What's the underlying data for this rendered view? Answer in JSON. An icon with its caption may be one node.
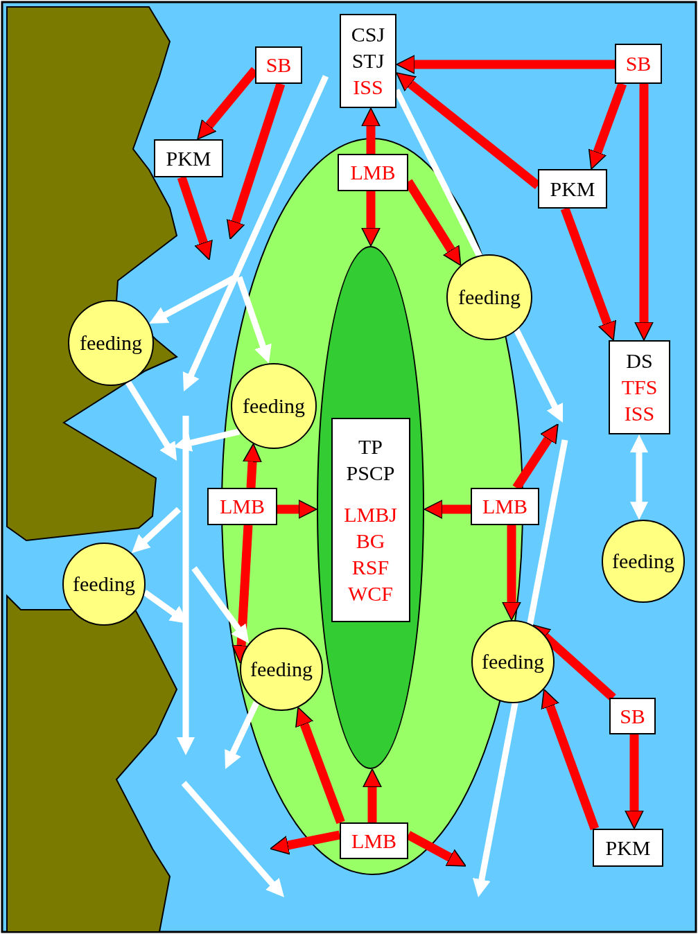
{
  "diagram": {
    "nodes": [
      {
        "text": [],
        "shape": "ellipse"
      },
      {
        "text": [
          "TP PSCP",
          "LMBJ BG RSF WCF"
        ],
        "in": 0
      },
      {
        "text": [
          "CSJ STJ",
          "ISS"
        ]
      },
      {
        "text": [
          "SB"
        ]
      },
      {
        "text": [
          "PKM"
        ]
      },
      {
        "text": [
          "SB"
        ]
      },
      {
        "text": [
          "PKM"
        ]
      },
      {
        "text": [
          "LMB"
        ]
      },
      {
        "text": [
          "feeding"
        ]
      },
      {
        "text": [
          "DS",
          "TFS ISS"
        ]
      },
      {
        "text": [
          "feeding"
        ]
      },
      {
        "text": [
          "feeding"
        ]
      },
      {
        "text": [
          "LMB"
        ]
      },
      {
        "text": [
          "LMB"
        ]
      },
      {
        "text": [
          "feeding"
        ]
      },
      {
        "text": [
          "feeding"
        ]
      },
      {
        "text": [
          "feeding"
        ]
      },
      {
        "text": [
          "feeding"
        ]
      },
      {
        "text": [
          "SB"
        ]
      },
      {
        "text": [
          "PKM"
        ]
      },
      {
        "text": [
          "LMB"
        ]
      }
    ],
    "edges": [
      {
        "from": 3,
        "to": 4,
        "arrow": "to"
      },
      {
        "from": 3,
        "to": null,
        "arrow": "to"
      },
      {
        "from": 4,
        "to": null,
        "arrow": "to"
      },
      {
        "from": 5,
        "to": 2,
        "arrow": "to"
      },
      {
        "from": 6,
        "to": 2,
        "arrow": "to"
      },
      {
        "from": 5,
        "to": 6,
        "arrow": "to"
      },
      {
        "from": 5,
        "to": 9,
        "arrow": "to"
      },
      {
        "from": 6,
        "to": 9,
        "arrow": "to"
      },
      {
        "from": 7,
        "to": 2,
        "arrow": "to"
      },
      {
        "from": 7,
        "to": 0,
        "arrow": "to"
      },
      {
        "from": 7,
        "to": 8,
        "arrow": "to"
      },
      {
        "from": 12,
        "to": 11,
        "arrow": "to"
      },
      {
        "from": 12,
        "to": 0,
        "arrow": "to"
      },
      {
        "from": 12,
        "to": 16,
        "arrow": "to"
      },
      {
        "from": 13,
        "to": 0,
        "arrow": "to"
      },
      {
        "from": 13,
        "to": null,
        "arrow": "to"
      },
      {
        "from": 13,
        "to": 17,
        "arrow": "to"
      },
      {
        "from": 18,
        "to": 17,
        "arrow": "to"
      },
      {
        "from": 18,
        "to": 19,
        "arrow": "to"
      },
      {
        "from": 19,
        "to": 17,
        "arrow": "to"
      },
      {
        "from": 20,
        "to": 0,
        "arrow": "to"
      },
      {
        "from": 20,
        "to": 16,
        "arrow": "to"
      },
      {
        "from": 20,
        "to": null,
        "arrow": "to"
      },
      {
        "from": 20,
        "to": null,
        "arrow": "to"
      },
      {
        "from": 9,
        "to": 14,
        "arrow": "both",
        "color": "#ffffff"
      },
      {
        "from": null,
        "to": 10,
        "arrow": "to",
        "color": "#ffffff"
      },
      {
        "from": null,
        "to": 11,
        "arrow": "to",
        "color": "#ffffff"
      },
      {
        "from": 10,
        "to": null,
        "arrow": "to",
        "color": "#ffffff"
      },
      {
        "from": 11,
        "to": null,
        "arrow": "to",
        "color": "#ffffff"
      },
      {
        "from": null,
        "to": 15,
        "arrow": "to",
        "color": "#ffffff"
      },
      {
        "from": 15,
        "to": null,
        "arrow": "to",
        "color": "#ffffff"
      },
      {
        "from": null,
        "to": 16,
        "arrow": "to",
        "color": "#ffffff"
      },
      {
        "from": 16,
        "to": null,
        "arrow": "to",
        "color": "#ffffff"
      },
      {
        "from": 2,
        "to": null,
        "arrow": "to",
        "color": "#ffffff"
      }
    ]
  }
}
